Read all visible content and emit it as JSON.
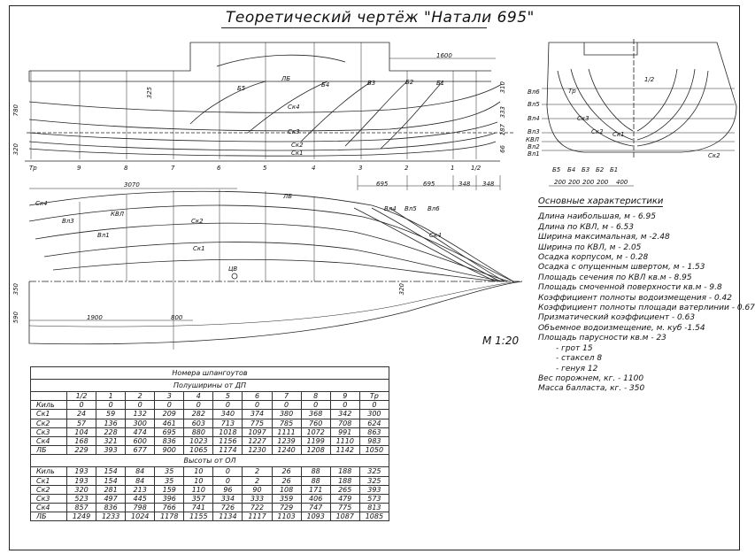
{
  "title": "Теоретический чертёж \"Натали 695\"",
  "scale": "М 1:20",
  "specs": {
    "heading": "Основные характеристики",
    "items": [
      "Длина наибольшая, м - 6.95",
      "Длина по КВЛ, м - 6.53",
      "Ширина максимальная, м -2.48",
      "Ширина по КВЛ, м - 2.05",
      "Осадка корпусом, м - 0.28",
      "Осадка с опущенным швертом, м - 1.53",
      "Площадь сечения по КВЛ кв.м - 8.95",
      "Площадь смоченной поверхности кв.м - 9.8",
      "Коэффициент полноты водоизмещения - 0.42",
      "Коэффициент полноты площади ватерлинии - 0.67",
      "Призматический коэффициент - 0.63",
      "Объемное водоизмещение, м. куб -1.54",
      "Площадь парусности кв.м - 23"
    ],
    "sails": [
      "- грот 15",
      "- стаксел 8",
      "- генуя 12"
    ],
    "tail": [
      "Вес порожнем, кг. - 1100",
      "Масса балласта, кг. - 350"
    ]
  },
  "profile_labels": {
    "stations": [
      "Тр",
      "9",
      "8",
      "7",
      "6",
      "5",
      "4",
      "3",
      "2",
      "1",
      "1/2"
    ],
    "dim_1600": "1600",
    "dim_780": "780",
    "dim_325": "325",
    "dim_320": "320",
    "dim_310": "310",
    "dim_333": "333",
    "dim_187": "187",
    "dim_66": "66",
    "lines": [
      "ЛБ",
      "Б5",
      "Б4",
      "Б3",
      "Б2",
      "Б1",
      "Ск4",
      "Ск3",
      "Ск2",
      "Ск1"
    ]
  },
  "station_spacing": [
    "695",
    "695",
    "348",
    "348"
  ],
  "plan_labels": {
    "dim_3070": "3070",
    "dim_1900": "1900",
    "dim_800": "800",
    "dim_350": "350",
    "dim_590": "590",
    "dim_320": "320",
    "cb": "ЦВ",
    "lines": [
      "Ск4",
      "Вл3",
      "КВЛ",
      "Вл1",
      "ЛБ",
      "Ск2",
      "Ск1",
      "Вл4",
      "Вл5",
      "Вл6",
      "Ск4"
    ]
  },
  "body_labels": {
    "wl": [
      "Вл6",
      "Вл5",
      "Вл4",
      "Вл3",
      "КВЛ",
      "Вл2",
      "Вл1"
    ],
    "buttocks": [
      "Б5",
      "Б4",
      "Б3",
      "Б2",
      "Б1"
    ],
    "widths": [
      "200",
      "200",
      "200",
      "200",
      "400"
    ],
    "lines": [
      "Тр",
      "1/2",
      "Ск3",
      "Ск2",
      "Ск1",
      "Ск2"
    ]
  },
  "offsets": {
    "header": "Номера шпангоутов",
    "half_breadths_title": "Полуширины от ДП",
    "heights_title": "Высоты от ОЛ",
    "columns": [
      "1/2",
      "1",
      "2",
      "3",
      "4",
      "5",
      "6",
      "7",
      "8",
      "9",
      "Тр"
    ],
    "half_breadths": [
      {
        "name": "Киль",
        "values": [
          "0",
          "0",
          "0",
          "0",
          "0",
          "0",
          "0",
          "0",
          "0",
          "0",
          "0"
        ]
      },
      {
        "name": "Ск1",
        "values": [
          "24",
          "59",
          "132",
          "209",
          "282",
          "340",
          "374",
          "380",
          "368",
          "342",
          "300"
        ]
      },
      {
        "name": "Ск2",
        "values": [
          "57",
          "136",
          "300",
          "461",
          "603",
          "713",
          "775",
          "785",
          "760",
          "708",
          "624"
        ]
      },
      {
        "name": "Ск3",
        "values": [
          "104",
          "228",
          "474",
          "695",
          "880",
          "1018",
          "1097",
          "1111",
          "1072",
          "991",
          "863"
        ]
      },
      {
        "name": "Ск4",
        "values": [
          "168",
          "321",
          "600",
          "836",
          "1023",
          "1156",
          "1227",
          "1239",
          "1199",
          "1110",
          "983"
        ]
      },
      {
        "name": "ЛБ",
        "values": [
          "229",
          "393",
          "677",
          "900",
          "1065",
          "1174",
          "1230",
          "1240",
          "1208",
          "1142",
          "1050"
        ]
      }
    ],
    "heights": [
      {
        "name": "Киль",
        "values": [
          "193",
          "154",
          "84",
          "35",
          "10",
          "0",
          "2",
          "26",
          "88",
          "188",
          "325"
        ]
      },
      {
        "name": "Ск1",
        "values": [
          "193",
          "154",
          "84",
          "35",
          "10",
          "0",
          "2",
          "26",
          "88",
          "188",
          "325"
        ]
      },
      {
        "name": "Ск2",
        "values": [
          "320",
          "281",
          "213",
          "159",
          "110",
          "96",
          "90",
          "108",
          "171",
          "265",
          "393"
        ]
      },
      {
        "name": "Ск3",
        "values": [
          "523",
          "497",
          "445",
          "396",
          "357",
          "334",
          "333",
          "359",
          "406",
          "479",
          "573"
        ]
      },
      {
        "name": "Ск4",
        "values": [
          "857",
          "836",
          "798",
          "766",
          "741",
          "726",
          "722",
          "729",
          "747",
          "775",
          "813"
        ]
      },
      {
        "name": "ЛБ",
        "values": [
          "1249",
          "1233",
          "1024",
          "1178",
          "1155",
          "1134",
          "1117",
          "1103",
          "1093",
          "1087",
          "1085"
        ]
      }
    ]
  }
}
